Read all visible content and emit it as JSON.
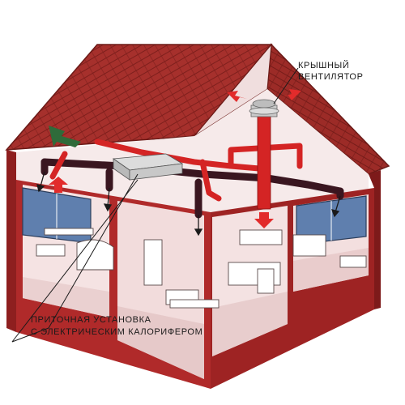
{
  "labels": {
    "roof_fan_line1": "КРЫШНЫЙ",
    "roof_fan_line2": "ВЕНТИЛЯТОР",
    "supply_unit_line1": "ПРИТОЧНАЯ  УСТАНОВКА",
    "supply_unit_line2": "С ЭЛЕКТРИЧЕСКИМ КАЛОРИФЕРОМ"
  },
  "colors": {
    "roof": "#a6302c",
    "roof_light": "#c8534a",
    "wall": "#b02a2a",
    "interior": "#f3dede",
    "floor": "#e9cfcf",
    "supply_duct": "#d42424",
    "exhaust_duct": "#3a1620",
    "intake_arrow": "#2f6b3a",
    "window": "#5f7fae"
  }
}
